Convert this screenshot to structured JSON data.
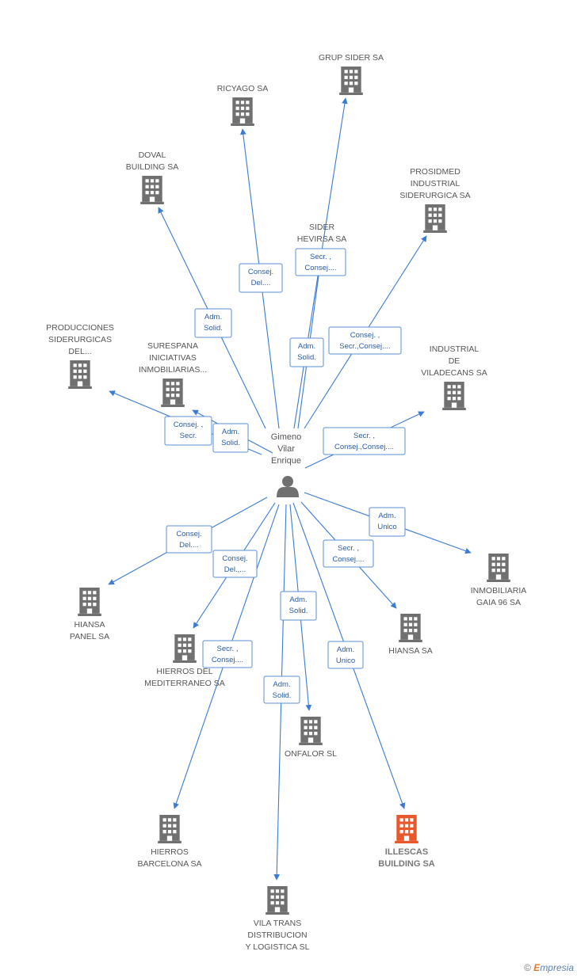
{
  "center": {
    "lines": [
      "Gimeno",
      "Vilar",
      "Enrique"
    ],
    "icon": "person-icon"
  },
  "companies": [
    {
      "id": "grup-sider",
      "lines": [
        "GRUP SIDER SA"
      ],
      "icon": "building-icon",
      "highlight": false
    },
    {
      "id": "ricyago",
      "lines": [
        "RICYAGO SA"
      ],
      "icon": "building-icon",
      "highlight": false
    },
    {
      "id": "doval",
      "lines": [
        "DOVAL",
        "BUILDING SA"
      ],
      "icon": "building-icon",
      "highlight": false
    },
    {
      "id": "prosidmed",
      "lines": [
        "PROSIDMED",
        "INDUSTRIAL",
        "SIDERURGICA SA"
      ],
      "icon": "building-icon",
      "highlight": false
    },
    {
      "id": "sider-hevirsa",
      "lines": [
        "SIDER",
        "HEVIRSA SA"
      ],
      "icon": "building-icon",
      "highlight": false
    },
    {
      "id": "producciones",
      "lines": [
        "PRODUCCIONES",
        "SIDERURGICAS",
        "DEL..."
      ],
      "icon": "building-icon",
      "highlight": false
    },
    {
      "id": "surespana",
      "lines": [
        "SURESPANA",
        "INICIATIVAS",
        "INMOBILIARIAS..."
      ],
      "icon": "building-icon",
      "highlight": false
    },
    {
      "id": "industrial-viladecans",
      "lines": [
        "INDUSTRIAL",
        "DE",
        "VILADECANS SA"
      ],
      "icon": "building-icon",
      "highlight": false
    },
    {
      "id": "inmobiliaria-gaia",
      "lines": [
        "INMOBILIARIA",
        "GAIA 96 SA"
      ],
      "icon": "building-icon",
      "highlight": false
    },
    {
      "id": "hiansa-panel",
      "lines": [
        "HIANSA",
        "PANEL SA"
      ],
      "icon": "building-icon",
      "highlight": false
    },
    {
      "id": "hiansa",
      "lines": [
        "HIANSA SA"
      ],
      "icon": "building-icon",
      "highlight": false
    },
    {
      "id": "hierros-mediterraneo",
      "lines": [
        "HIERROS DEL",
        "MEDITERRANEO SA"
      ],
      "icon": "building-icon",
      "highlight": false
    },
    {
      "id": "onfalor",
      "lines": [
        "ONFALOR SL"
      ],
      "icon": "building-icon",
      "highlight": false
    },
    {
      "id": "hierros-barcelona",
      "lines": [
        "HIERROS",
        "BARCELONA SA"
      ],
      "icon": "building-icon",
      "highlight": false
    },
    {
      "id": "illescas",
      "lines": [
        "ILLESCAS",
        "BUILDING SA"
      ],
      "icon": "building-icon",
      "highlight": true
    },
    {
      "id": "vila-trans",
      "lines": [
        "VILA TRANS",
        "DISTRIBUCION",
        "Y LOGISTICA SL"
      ],
      "icon": "building-icon",
      "highlight": false
    }
  ],
  "relations": [
    {
      "to": "grup-sider",
      "lines": [
        "Adm.",
        "Solid."
      ]
    },
    {
      "to": "ricyago",
      "lines": [
        "Consej.",
        "Del...."
      ]
    },
    {
      "to": "doval",
      "lines": [
        "Adm.",
        "Solid."
      ]
    },
    {
      "to": "sider-hevirsa",
      "lines": [
        "Secr. ,",
        "Consej...."
      ]
    },
    {
      "to": "prosidmed",
      "lines": [
        "Consej. ,",
        "Secr.,Consej...."
      ]
    },
    {
      "to": "producciones",
      "lines": [
        "Consej. ,",
        "Secr."
      ]
    },
    {
      "to": "surespana",
      "lines": [
        "Adm.",
        "Solid."
      ]
    },
    {
      "to": "industrial-viladecans",
      "lines": [
        "Secr. ,",
        "Consej.,Consej...."
      ]
    },
    {
      "to": "inmobiliaria-gaia",
      "lines": [
        "Adm.",
        "Unico"
      ]
    },
    {
      "to": "hiansa-panel",
      "lines": [
        "Consej.",
        "Del...."
      ]
    },
    {
      "to": "hierros-mediterraneo",
      "lines": [
        "Consej.",
        "Del.,..."
      ]
    },
    {
      "to": "hiansa",
      "lines": [
        "Secr. ,",
        "Consej...."
      ]
    },
    {
      "to": "onfalor",
      "lines": [
        "Adm.",
        "Solid."
      ]
    },
    {
      "to": "hierros-barcelona",
      "lines": [
        "Secr. ,",
        "Consej...."
      ]
    },
    {
      "to": "vila-trans",
      "lines": [
        "Adm.",
        "Solid."
      ]
    },
    {
      "to": "illescas",
      "lines": [
        "Adm.",
        "Unico"
      ]
    }
  ],
  "colors": {
    "edge": "#3a7bd5",
    "building": "#707070",
    "highlight": "#e8582a"
  },
  "footer": {
    "copyright": "©",
    "brand_first": "E",
    "brand_rest": "mpresia"
  }
}
